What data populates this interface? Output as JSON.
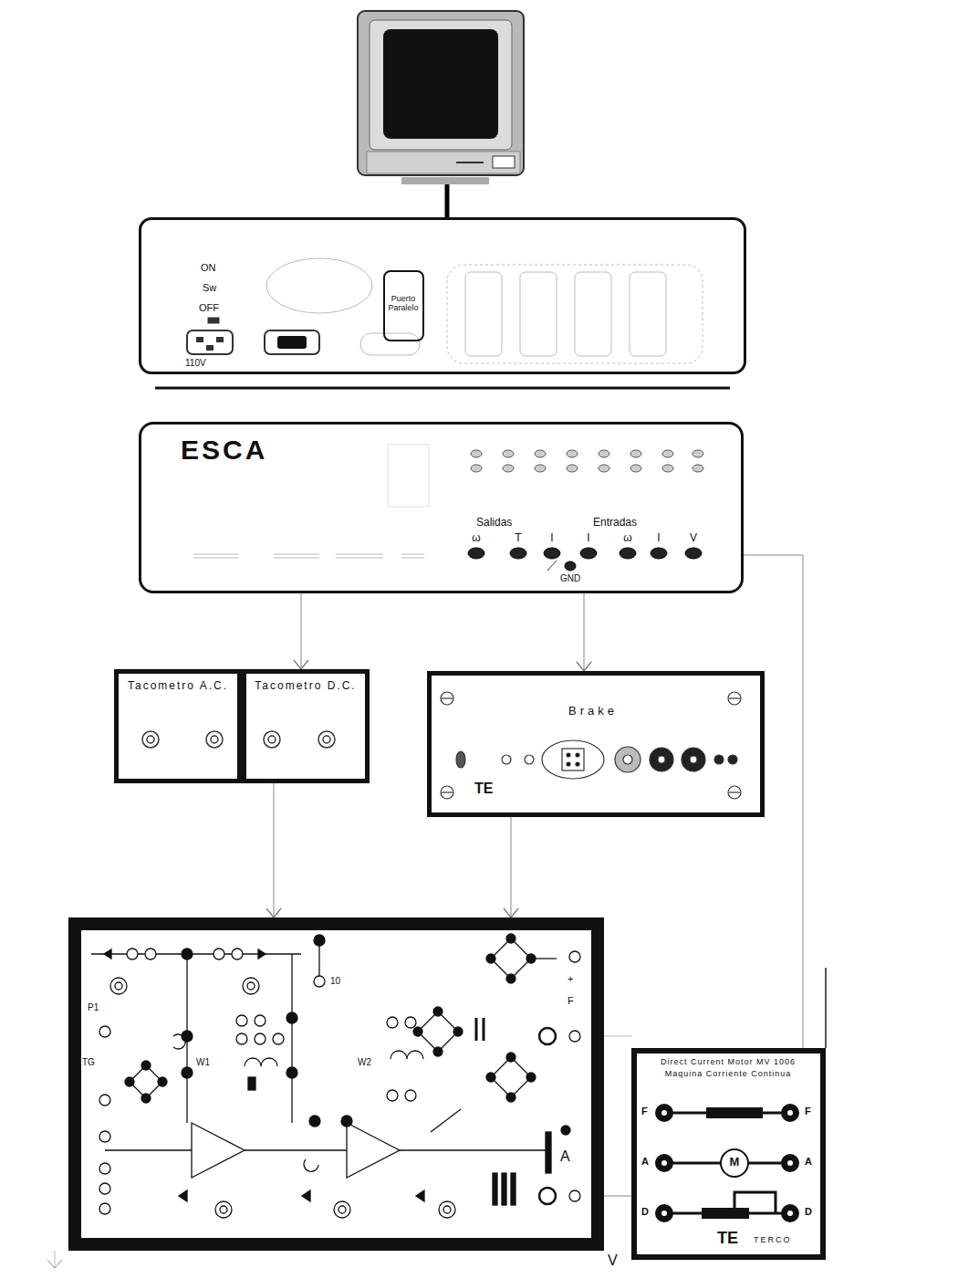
{
  "diagram": {
    "nodes": [
      {
        "text": [
          "ON",
          "Sw",
          "OFF",
          "110V"
        ]
      },
      {
        "text": [
          "Puerto Paralelo"
        ],
        "in": 0
      },
      {
        "text": [
          "ESCA",
          "Salidas",
          "Entradas",
          "ω",
          "T",
          "I",
          "I",
          "ω",
          "I",
          "V",
          "GND"
        ]
      },
      {
        "text": [
          "Tacometro A.C."
        ]
      },
      {
        "text": [
          "Tacometro D.C."
        ]
      },
      {
        "text": [
          "Brake",
          "TE"
        ]
      },
      {
        "text": [
          "P1",
          "10",
          "TG",
          "W1",
          "W2",
          "+",
          "F",
          "A"
        ]
      },
      {
        "text": [
          "Direct Current Motor MV 1006",
          "Maquina Corriente Continua",
          "F",
          "F",
          "A",
          "M",
          "A",
          "D",
          "D",
          "TE",
          "TERCO"
        ]
      }
    ],
    "edges": [
      {
        "from": 2,
        "to": 4,
        "arrow": "to"
      },
      {
        "from": 2,
        "to": 5,
        "arrow": "to"
      },
      {
        "from": 4,
        "to": 6,
        "arrow": "to"
      },
      {
        "from": 5,
        "to": 6,
        "arrow": "to"
      },
      {
        "from": 6,
        "to": 7,
        "arrow": "none"
      },
      {
        "from": 2,
        "to": 7,
        "arrow": "none"
      }
    ],
    "labels": [
      "V"
    ]
  }
}
